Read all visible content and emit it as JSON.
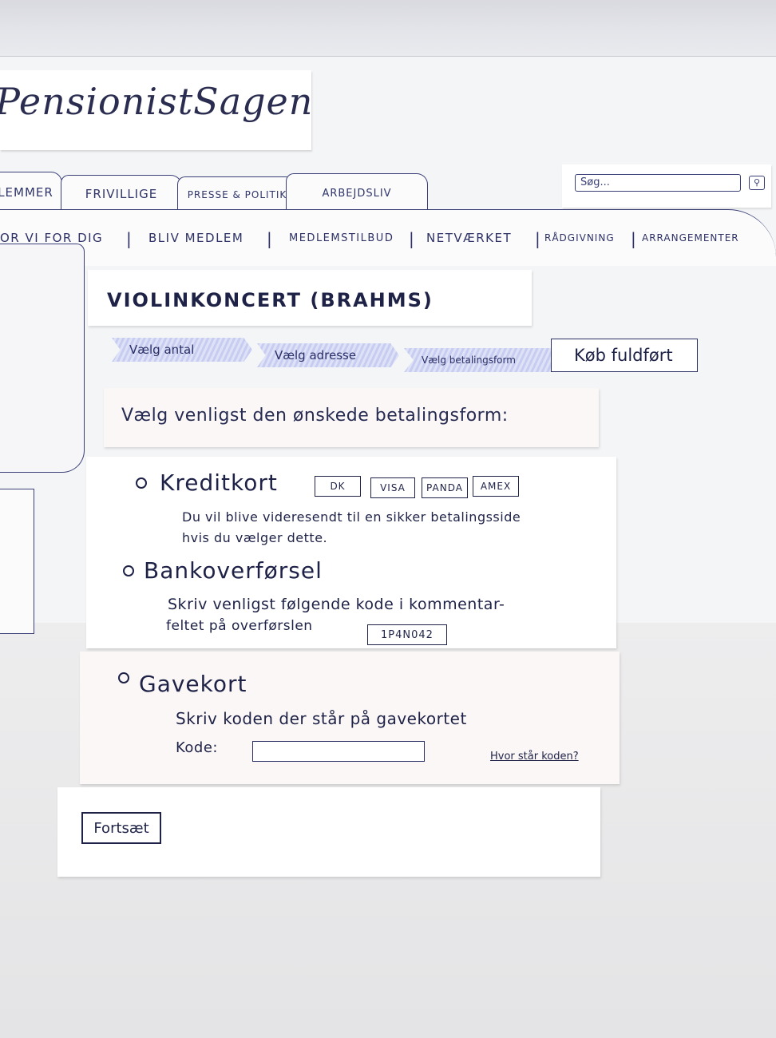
{
  "app": {
    "logo": "PensionistSagen"
  },
  "tabs": [
    {
      "label": "LEMMER"
    },
    {
      "label": "FRIVILLIGE"
    },
    {
      "label": "PRESSE & POLITIK"
    },
    {
      "label": "ARBEJDSLIV"
    }
  ],
  "search": {
    "placeholder": "Søg...",
    "button_icon": "search-icon"
  },
  "nav": [
    {
      "label": "OR VI FOR DIG"
    },
    {
      "label": "BLIV MEDLEM"
    },
    {
      "label": "MEDLEMSTILBUD"
    },
    {
      "label": "NETVÆRKET"
    },
    {
      "label": "RÅDGIVNING"
    },
    {
      "label": "ARRANGEMENTER"
    }
  ],
  "page": {
    "title": "VIOLINKONCERT (BRAHMS)"
  },
  "steps": [
    {
      "label": "Vælg antal",
      "state": "done"
    },
    {
      "label": "Vælg adresse",
      "state": "done"
    },
    {
      "label": "Vælg betalingsform",
      "state": "current"
    },
    {
      "label": "Køb fuldført",
      "state": "upcoming"
    }
  ],
  "instruction": "Vælg venligst den ønskede betalingsform:",
  "payment_options": {
    "credit": {
      "label": "Kreditkort",
      "cards": [
        "DK",
        "VISA",
        "PANDA",
        "AMEX"
      ],
      "description_line1": "Du vil blive videresendt til en sikker betalingsside",
      "description_line2": "hvis du vælger dette."
    },
    "bank": {
      "label": "Bankoverførsel",
      "description_line1": "Skriv venligst følgende kode i kommentar-",
      "description_line2": "feltet på overførslen",
      "code": "1P4N042"
    },
    "gift": {
      "label": "Gavekort",
      "description": "Skriv koden der står på gavekortet",
      "code_label": "Kode:",
      "code_value": "",
      "help_link": "Hvor står koden?"
    }
  },
  "actions": {
    "continue": "Fortsæt"
  },
  "colors": {
    "ink": "#1e2247",
    "paper": "#ffffff",
    "highlight": "#c7cdf0"
  }
}
